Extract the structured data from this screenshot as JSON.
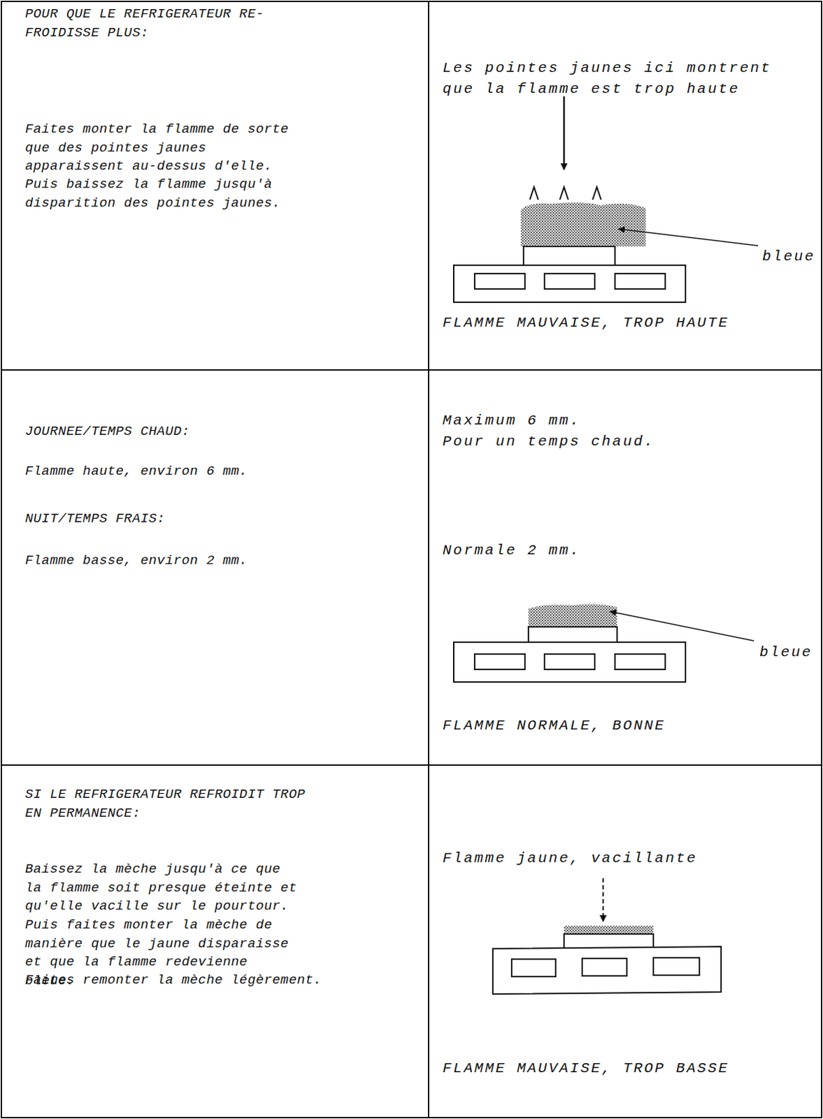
{
  "diagram": {
    "labels": [
      "POUR QUE LE REFRIGERATEUR RE- FROIDISSE PLUS:",
      "Faites monter la flamme de sorte que des pointes jaunes apparaissent au-dessus d'elle.",
      "Puis baissez la flamme jusqu'à disparition des pointes jaunes.",
      "Les pointes jaunes ici montrent que la flamme est trop haute",
      "bleue",
      "FLAMME MAUVAISE, TROP HAUTE",
      "JOURNEE/TEMPS CHAUD:",
      "Flamme haute, environ 6 mm.",
      "Maximum 6 mm.",
      "Pour un temps chaud.",
      "NUIT/TEMPS FRAIS:",
      "Flamme basse, environ 2 mm.",
      "Normale 2 mm.",
      "bleue",
      "FLAMME NORMALE, BONNE",
      "SI LE REFRIGERATEUR REFROIDIT TROP EN PERMANENCE:",
      "Baissez la mèche jusqu'à ce que la flamme soit presque éteinte et qu'elle vacille sur le pourtour.",
      "Flamme jaune, vacillante",
      "Puis faites monter la mèche de manière que le jaune disparaisse et que la flamme redevienne bleue.",
      "Faites remonter la mèche légèrement.",
      "FLAMME MAUVAISE, TROP BASSE"
    ]
  }
}
